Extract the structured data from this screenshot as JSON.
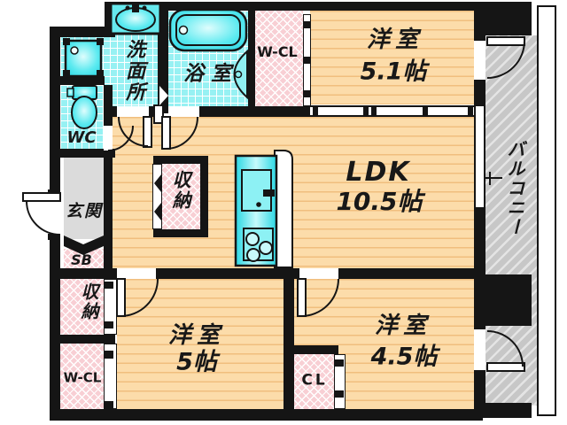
{
  "rooms": {
    "bedroom_51": {
      "label": "洋室",
      "size": "5.1帖"
    },
    "ldk": {
      "label": "LDK",
      "size": "10.5帖"
    },
    "bedroom_5": {
      "label": "洋室",
      "size": "5帖"
    },
    "bedroom_45": {
      "label": "洋室",
      "size": "4.5帖"
    },
    "bathroom": {
      "label": "浴室"
    },
    "washroom": {
      "label": "洗面所"
    },
    "toilet": {
      "label": "WC"
    },
    "entrance": {
      "label": "玄関"
    },
    "shoe_box": {
      "label": "SB"
    },
    "storage_hall": {
      "label": "収納"
    },
    "storage_west": {
      "label": "収納"
    },
    "walkin_closet_north": {
      "label": "W-CL"
    },
    "walkin_closet_west": {
      "label": "W-CL"
    },
    "closet": {
      "label": "CL"
    },
    "balcony": {
      "label": "バルコニー"
    }
  },
  "colors": {
    "wall": "#151515",
    "floor": "#fcdcaa",
    "floor_line": "#f0be7e",
    "tile": "#97f1f3",
    "fixture": "#3fe3ec",
    "closet_pink": "#f8cfd4",
    "entrance_gray": "#dbdbdb",
    "balcony_gray": "#c7c7c7"
  }
}
